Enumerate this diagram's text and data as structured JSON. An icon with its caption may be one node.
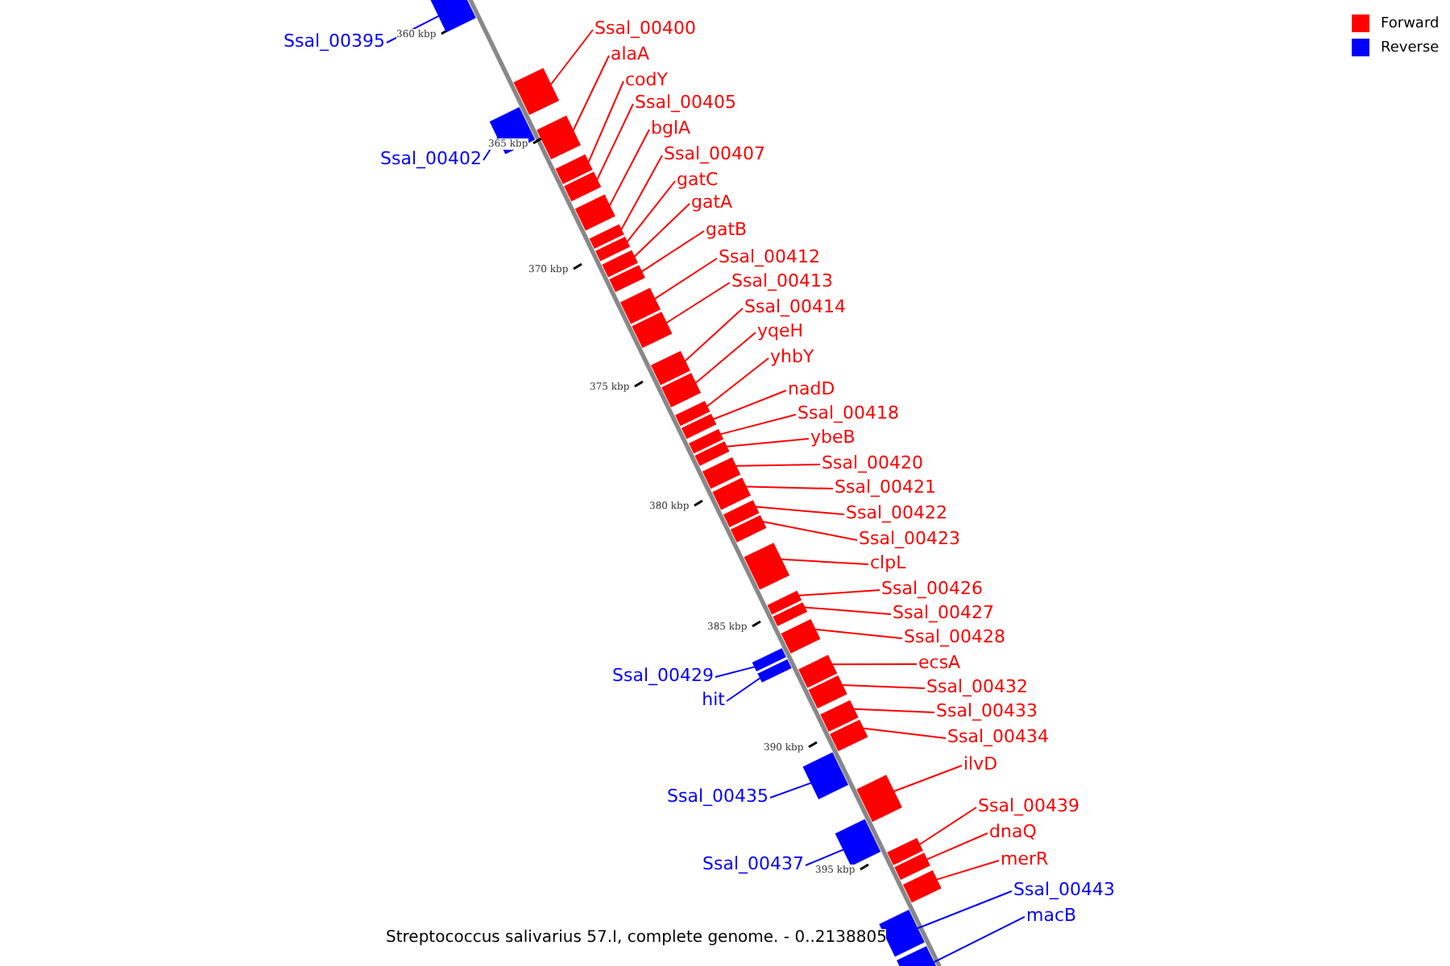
{
  "diagram": {
    "caption": "Streptococcus salivarius 57.I, complete genome. - 0..2138805",
    "nodes": [
      {
        "text": [
          "Ssal_00400"
        ]
      },
      {
        "text": [
          "Ssal_00395"
        ]
      },
      {
        "text": [
          "alaA"
        ]
      },
      {
        "text": [
          "codY"
        ]
      },
      {
        "text": [
          "Ssal_00405"
        ]
      },
      {
        "text": [
          "bglA"
        ]
      },
      {
        "text": [
          "Ssal_00407"
        ]
      },
      {
        "text": [
          "Ssal_00402"
        ]
      },
      {
        "text": [
          "gatC"
        ]
      },
      {
        "text": [
          "gatA"
        ]
      },
      {
        "text": [
          "gatB"
        ]
      },
      {
        "text": [
          "Ssal_00412"
        ]
      },
      {
        "text": [
          "Ssal_00413"
        ]
      },
      {
        "text": [
          "Ssal_00414"
        ]
      },
      {
        "text": [
          "yqeH"
        ]
      },
      {
        "text": [
          "yhbY"
        ]
      },
      {
        "text": [
          "nadD"
        ]
      },
      {
        "text": [
          "Ssal_00418"
        ]
      },
      {
        "text": [
          "ybeB"
        ]
      },
      {
        "text": [
          "Ssal_00420"
        ]
      },
      {
        "text": [
          "Ssal_00421"
        ]
      },
      {
        "text": [
          "Ssal_00422"
        ]
      },
      {
        "text": [
          "Ssal_00423"
        ]
      },
      {
        "text": [
          "clpL"
        ]
      },
      {
        "text": [
          "Ssal_00426"
        ]
      },
      {
        "text": [
          "Ssal_00427"
        ]
      },
      {
        "text": [
          "Ssal_00428"
        ]
      },
      {
        "text": [
          "ecsA"
        ]
      },
      {
        "text": [
          "Ssal_00429"
        ]
      },
      {
        "text": [
          "Ssal_00432"
        ]
      },
      {
        "text": [
          "hit"
        ]
      },
      {
        "text": [
          "Ssal_00433"
        ]
      },
      {
        "text": [
          "Ssal_00434"
        ]
      },
      {
        "text": [
          "ilvD"
        ]
      },
      {
        "text": [
          "Ssal_00435"
        ]
      },
      {
        "text": [
          "Ssal_00439"
        ]
      },
      {
        "text": [
          "dnaQ"
        ]
      },
      {
        "text": [
          "Ssal_00437"
        ]
      },
      {
        "text": [
          "merR"
        ]
      },
      {
        "text": [
          "Ssal_00443"
        ]
      },
      {
        "text": [
          "macB"
        ]
      },
      {
        "text": [],
        "shape": "box"
      },
      {
        "text": [],
        "shape": "box"
      },
      {
        "text": [],
        "shape": "box"
      },
      {
        "text": [],
        "shape": "box"
      },
      {
        "text": [],
        "shape": "box"
      },
      {
        "text": [],
        "shape": "box"
      },
      {
        "text": [],
        "shape": "box"
      },
      {
        "text": [],
        "shape": "box"
      },
      {
        "text": [],
        "shape": "box"
      },
      {
        "text": [],
        "shape": "box"
      },
      {
        "text": [],
        "shape": "box"
      },
      {
        "text": [],
        "shape": "box"
      },
      {
        "text": [],
        "shape": "box"
      },
      {
        "text": [],
        "shape": "box"
      },
      {
        "text": [],
        "shape": "box"
      },
      {
        "text": [],
        "shape": "box"
      },
      {
        "text": [],
        "shape": "box"
      },
      {
        "text": [],
        "shape": "box"
      },
      {
        "text": [],
        "shape": "box"
      },
      {
        "text": [],
        "shape": "box"
      },
      {
        "text": [],
        "shape": "box"
      },
      {
        "text": [],
        "shape": "box"
      },
      {
        "text": [],
        "shape": "box"
      },
      {
        "text": [],
        "shape": "box"
      },
      {
        "text": [],
        "shape": "box"
      },
      {
        "text": [],
        "shape": "box"
      },
      {
        "text": [],
        "shape": "box"
      },
      {
        "text": [],
        "shape": "box"
      },
      {
        "text": [],
        "shape": "box"
      },
      {
        "text": [],
        "shape": "box"
      },
      {
        "text": [],
        "shape": "box"
      },
      {
        "text": [],
        "shape": "box"
      },
      {
        "text": [],
        "shape": "box"
      },
      {
        "text": [],
        "shape": "box"
      },
      {
        "text": [],
        "shape": "box"
      },
      {
        "text": [],
        "shape": "box"
      },
      {
        "text": [],
        "shape": "box"
      },
      {
        "text": [],
        "shape": "box"
      },
      {
        "text": [],
        "shape": "box"
      },
      {
        "text": [],
        "shape": "box"
      },
      {
        "text": [],
        "shape": "box"
      }
    ],
    "edges": [
      {
        "from": 0,
        "to": 41,
        "arrow": "none"
      },
      {
        "from": 1,
        "to": 42,
        "arrow": "none",
        "color": "#0000ff"
      },
      {
        "from": 2,
        "to": 43,
        "arrow": "none"
      },
      {
        "from": 3,
        "to": 44,
        "arrow": "none"
      },
      {
        "from": 4,
        "to": 45,
        "arrow": "none"
      },
      {
        "from": 5,
        "to": 46,
        "arrow": "none"
      },
      {
        "from": 6,
        "to": 47,
        "arrow": "none"
      },
      {
        "from": 7,
        "to": 48,
        "arrow": "none",
        "color": "#0000ff"
      },
      {
        "from": 8,
        "to": 49,
        "arrow": "none"
      },
      {
        "from": 9,
        "to": 50,
        "arrow": "none"
      },
      {
        "from": 10,
        "to": 51,
        "arrow": "none"
      },
      {
        "from": 11,
        "to": 52,
        "arrow": "none"
      },
      {
        "from": 12,
        "to": 53,
        "arrow": "none"
      },
      {
        "from": 13,
        "to": 54,
        "arrow": "none"
      },
      {
        "from": 14,
        "to": 55,
        "arrow": "none"
      },
      {
        "from": 15,
        "to": 56,
        "arrow": "none"
      },
      {
        "from": 16,
        "to": 57,
        "arrow": "none"
      },
      {
        "from": 17,
        "to": 58,
        "arrow": "none"
      },
      {
        "from": 18,
        "to": 59,
        "arrow": "none"
      },
      {
        "from": 19,
        "to": 60,
        "arrow": "none"
      },
      {
        "from": 20,
        "to": 61,
        "arrow": "none"
      },
      {
        "from": 21,
        "to": 62,
        "arrow": "none"
      },
      {
        "from": 22,
        "to": 63,
        "arrow": "none"
      },
      {
        "from": 23,
        "to": 64,
        "arrow": "none"
      },
      {
        "from": 24,
        "to": 65,
        "arrow": "none"
      },
      {
        "from": 25,
        "to": 66,
        "arrow": "none"
      },
      {
        "from": 26,
        "to": 67,
        "arrow": "none"
      },
      {
        "from": 27,
        "to": 68,
        "arrow": "none"
      },
      {
        "from": 28,
        "to": 69,
        "arrow": "none",
        "color": "#0000ff"
      },
      {
        "from": 29,
        "to": 70,
        "arrow": "none"
      },
      {
        "from": 30,
        "to": 71,
        "arrow": "none",
        "color": "#0000ff"
      },
      {
        "from": 31,
        "to": 72,
        "arrow": "none"
      },
      {
        "from": 32,
        "to": 73,
        "arrow": "none"
      },
      {
        "from": 33,
        "to": 74,
        "arrow": "none"
      },
      {
        "from": 34,
        "to": 75,
        "arrow": "none",
        "color": "#0000ff"
      },
      {
        "from": 35,
        "to": 76,
        "arrow": "none"
      },
      {
        "from": 36,
        "to": 77,
        "arrow": "none"
      },
      {
        "from": 37,
        "to": 78,
        "arrow": "none",
        "color": "#0000ff"
      },
      {
        "from": 38,
        "to": 79,
        "arrow": "none"
      },
      {
        "from": 39,
        "to": 80,
        "arrow": "none",
        "color": "#0000ff"
      },
      {
        "from": 40,
        "to": 81,
        "arrow": "none",
        "color": "#0000ff"
      }
    ],
    "labels": [
      "360 kbp",
      "365 kbp",
      "370 kbp",
      "375 kbp",
      "380 kbp",
      "385 kbp",
      "390 kbp",
      "395 kbp"
    ],
    "legend": [
      {
        "text": "Forward",
        "color": "#ff0000"
      },
      {
        "text": "Reverse",
        "color": "#0000ff"
      }
    ]
  }
}
